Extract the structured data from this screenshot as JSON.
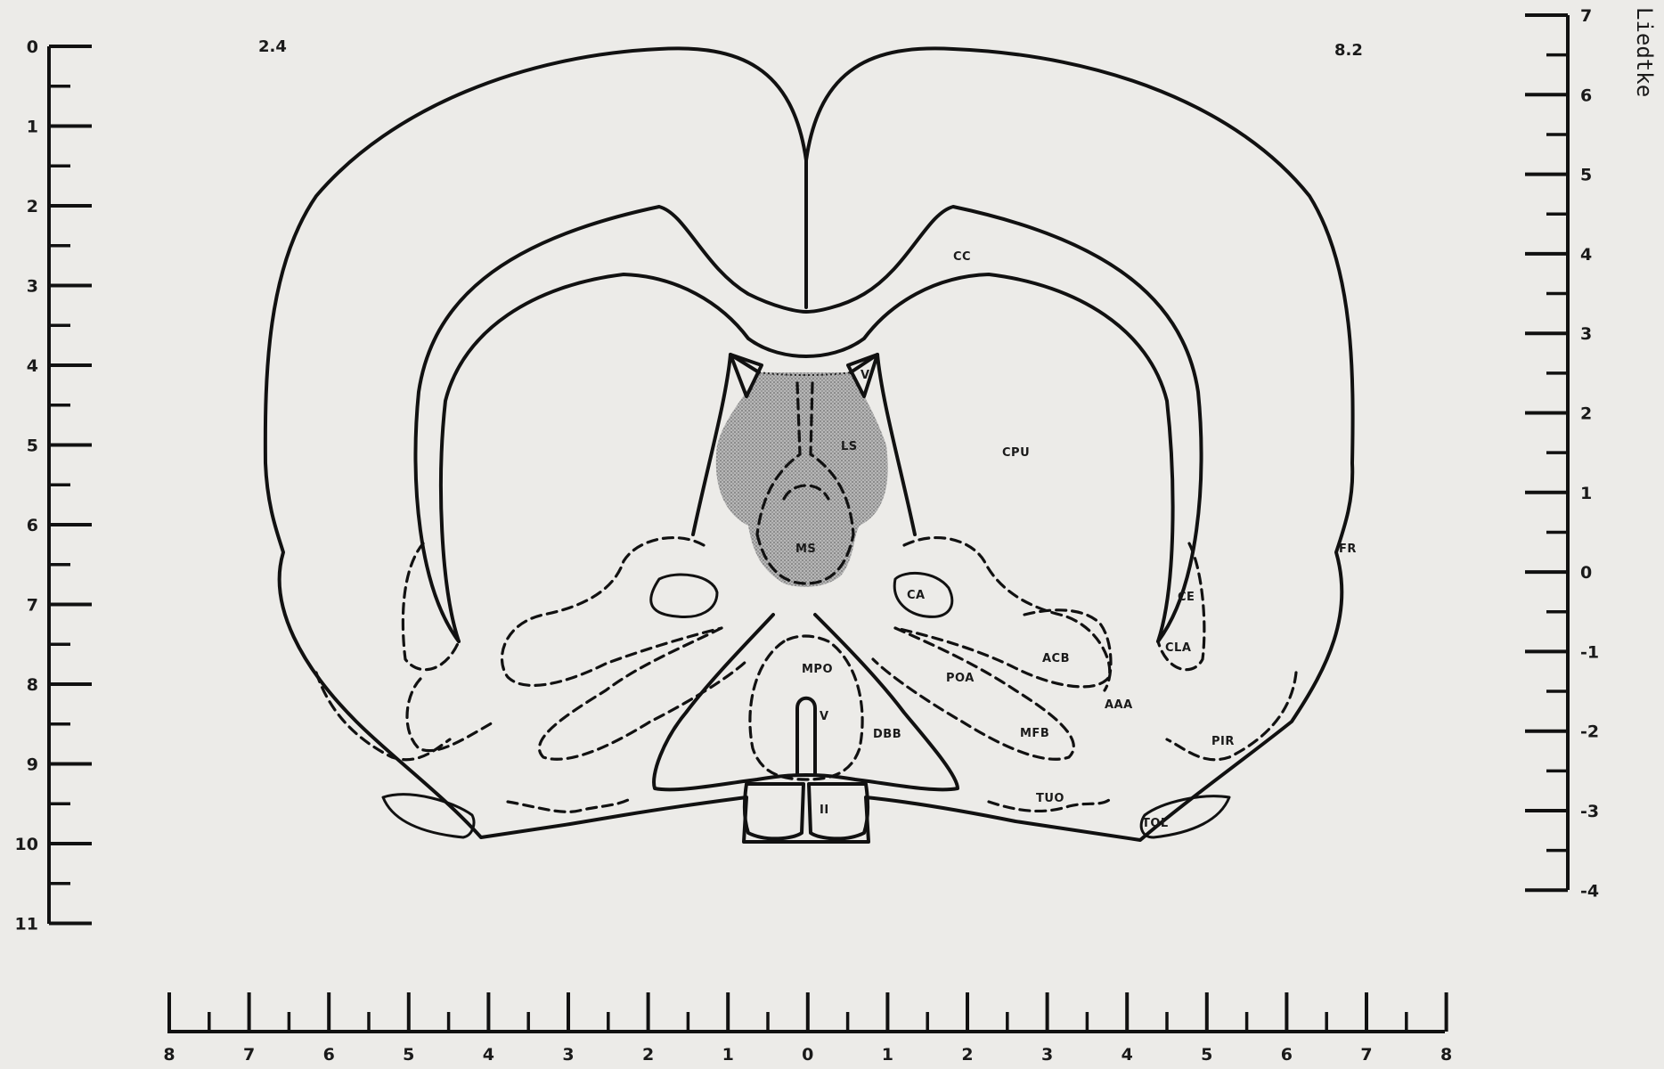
{
  "figure": {
    "corner_left": "2.4",
    "corner_right": "8.2",
    "author": "Liedtke"
  },
  "scales": {
    "left": [
      "0",
      "1",
      "2",
      "3",
      "4",
      "5",
      "6",
      "7",
      "8",
      "9",
      "10",
      "11"
    ],
    "right": [
      "7",
      "6",
      "5",
      "4",
      "3",
      "2",
      "1",
      "0",
      "-1",
      "-2",
      "-3",
      "-4"
    ],
    "bottom": [
      "8",
      "7",
      "6",
      "5",
      "4",
      "3",
      "2",
      "1",
      "0",
      "1",
      "2",
      "3",
      "4",
      "5",
      "6",
      "7",
      "8"
    ]
  },
  "labels": {
    "cc": "CC",
    "cpu": "CPU",
    "v_upper": "V",
    "ls": "LS",
    "ms": "MS",
    "ca": "CA",
    "ce": "CE",
    "cla": "CLA",
    "acb": "ACB",
    "poa": "POA",
    "mpo": "MPO",
    "v_lower": "V",
    "dbb": "DBB",
    "mfb": "MFB",
    "aaa": "AAA",
    "pir": "PIR",
    "tuo": "TUO",
    "tol": "TOL",
    "fr": "FR",
    "optic": "II"
  },
  "shaded_region": "LS / MS (septum)",
  "colors": {
    "ink": "#111111",
    "shade": "#a9a9a9",
    "paper": "#ecebe8"
  }
}
